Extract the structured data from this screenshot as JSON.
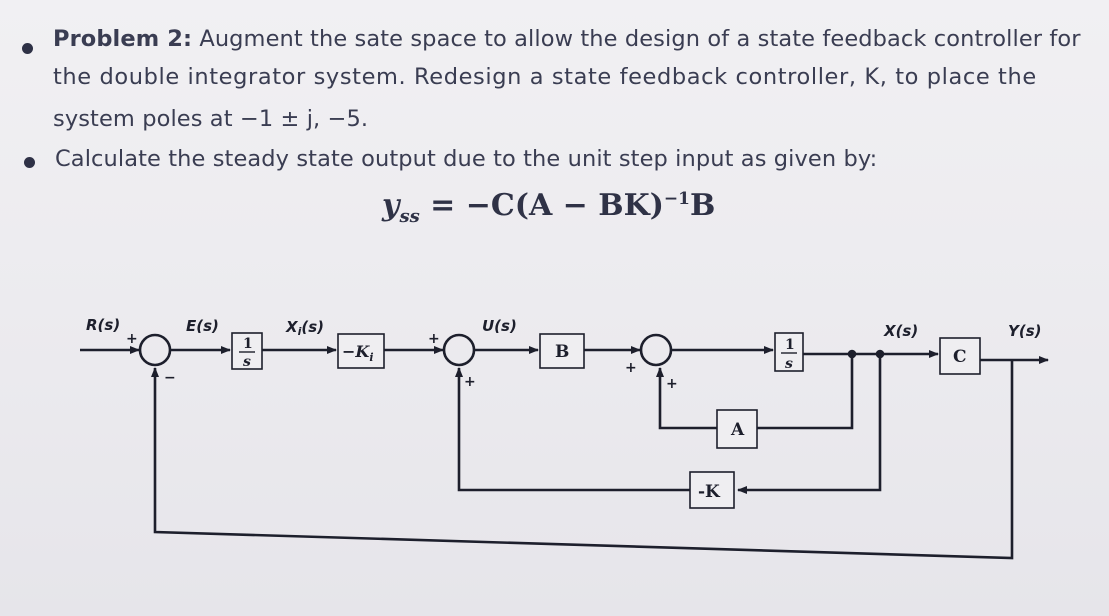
{
  "problem": {
    "heading": "Problem 2:",
    "line1_rest": "Augment the sate space to allow the design of a state feedback controller for",
    "line2": "the double integrator system. Redesign a state feedback controller, K, to place the",
    "line3": "system poles at −1 ± j, −5."
  },
  "task": {
    "line": "Calculate the steady state output due to the unit step input as given by:"
  },
  "formula": {
    "lhs": "y",
    "lhs_sub": "ss",
    "rhs": "= −C(A − BK)",
    "rhs_sup": "−1",
    "rhs_end": "B"
  },
  "diagram": {
    "signals": {
      "R": "R(s)",
      "E": "E(s)",
      "Xi": "X",
      "Xi_sub": "i",
      "Xi_arg": "(s)",
      "U": "U(s)",
      "X": "X(s)",
      "Y": "Y(s)"
    },
    "blocks": {
      "int1_num": "1",
      "int1_den": "s",
      "ki": "−K",
      "ki_sub": "i",
      "b": "B",
      "int2_num": "1",
      "int2_den": "s",
      "c": "C",
      "a": "A",
      "k": "-K"
    },
    "signs": {
      "sum1_top": "+",
      "sum1_bottom": "−",
      "sum2_left": "+",
      "sum2_bottom": "+",
      "sum3_left": "+",
      "sum3_bottom": "+"
    }
  }
}
